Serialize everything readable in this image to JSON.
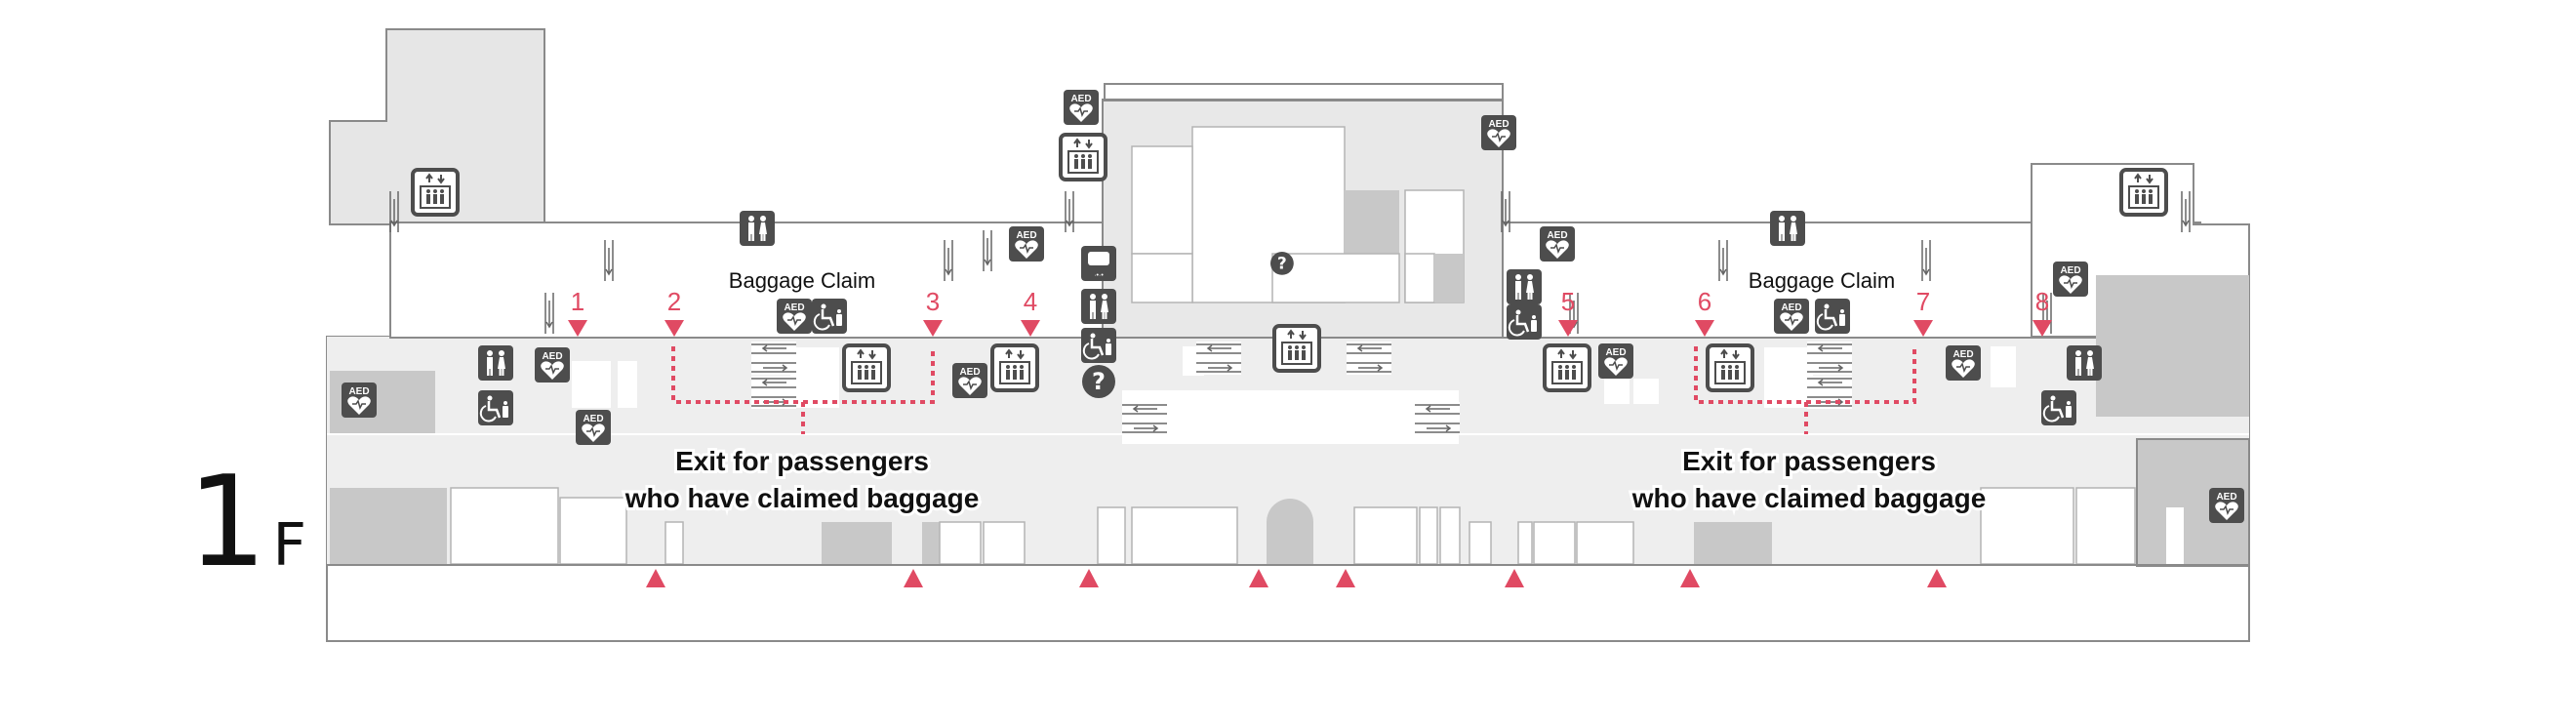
{
  "floor": {
    "number": "1",
    "suffix": "F"
  },
  "labels": {
    "baggage_claim": "Baggage Claim",
    "exit_line1": "Exit for passengers",
    "exit_line2": "who have claimed baggage"
  },
  "carousels": [
    "1",
    "2",
    "3",
    "4",
    "5",
    "6",
    "7",
    "8"
  ],
  "icons": {
    "aed": "AED",
    "info": "?"
  },
  "colors": {
    "marker": "#e04a63",
    "icon": "#4d4d4d",
    "area_light": "#eeeeee",
    "area_gray": "#c8c8c8",
    "outline": "#8a8a8a"
  }
}
